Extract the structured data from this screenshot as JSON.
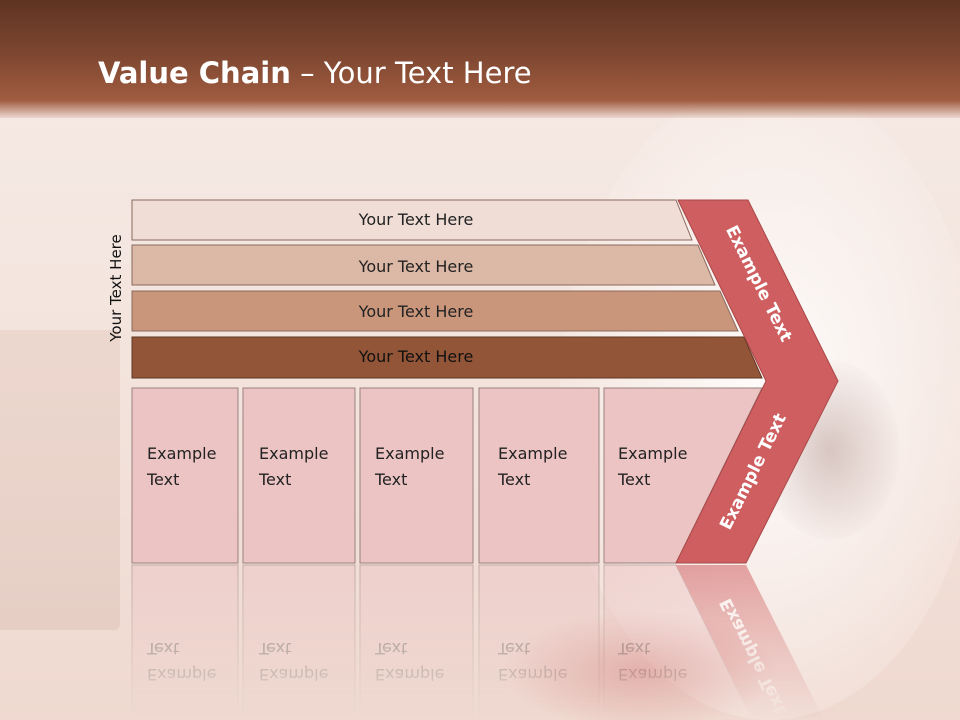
{
  "slide": {
    "title_bold": "Value Chain",
    "title_rest": " – Your Text Here",
    "side_label": "Your Text Here"
  },
  "bands": [
    {
      "label": "Your Text Here",
      "fill": "#efddd6"
    },
    {
      "label": "Your Text Here",
      "fill": "#dcb8a6"
    },
    {
      "label": "Your Text Here",
      "fill": "#c9967c"
    },
    {
      "label": "Your Text Here",
      "fill": "#935538"
    }
  ],
  "boxes": [
    {
      "line1": "Example",
      "line2": "Text"
    },
    {
      "line1": "Example",
      "line2": "Text"
    },
    {
      "line1": "Example",
      "line2": "Text"
    },
    {
      "line1": "Example",
      "line2": "Text"
    },
    {
      "line1": "Example",
      "line2": "Text"
    }
  ],
  "arrow": {
    "top_label": "Example Text",
    "bottom_label": "Example Text",
    "fill": "#cf5e60"
  },
  "colors": {
    "header": "#7d4630",
    "box_fill": "#ecc4c4",
    "box_stroke": "#9a8280"
  }
}
